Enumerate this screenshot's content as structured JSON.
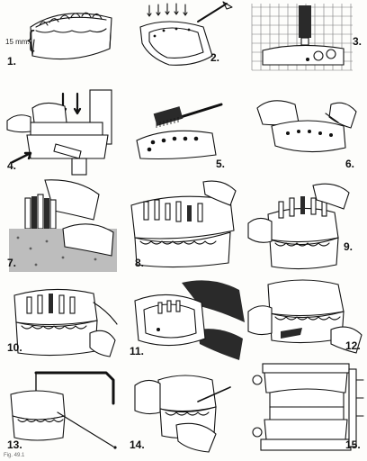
{
  "figure": {
    "steps": [
      {
        "number": "1."
      },
      {
        "number": "2."
      },
      {
        "number": "3."
      },
      {
        "number": "4."
      },
      {
        "number": "5."
      },
      {
        "number": "6."
      },
      {
        "number": "7."
      },
      {
        "number": "8."
      },
      {
        "number": "9."
      },
      {
        "number": "10."
      },
      {
        "number": "11."
      },
      {
        "number": "12."
      },
      {
        "number": "13."
      },
      {
        "number": "14."
      },
      {
        "number": "15."
      }
    ],
    "annotation_mm": "15 mm.",
    "caption": "Fig. 49.1"
  }
}
